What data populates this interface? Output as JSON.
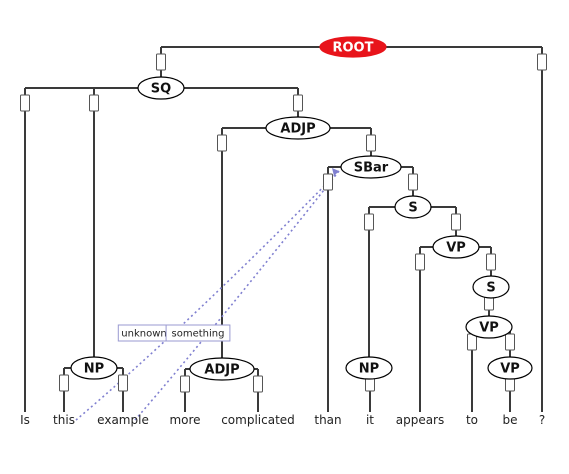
{
  "colors": {
    "root_fill": "#e8141b",
    "edge": "#3a3a3a",
    "arc": "#8080d0"
  },
  "tokens": [
    "Is",
    "this",
    "example",
    "more",
    "complicated",
    "than",
    "it",
    "appears",
    "to",
    "be",
    "?"
  ],
  "nodes": [
    {
      "id": "root",
      "label": "ROOT",
      "style": "root"
    },
    {
      "id": "sq",
      "label": "SQ"
    },
    {
      "id": "adjp1",
      "label": "ADJP"
    },
    {
      "id": "sbar",
      "label": "SBar"
    },
    {
      "id": "s1",
      "label": "S"
    },
    {
      "id": "vp1",
      "label": "VP"
    },
    {
      "id": "s2",
      "label": "S"
    },
    {
      "id": "vp2",
      "label": "VP"
    },
    {
      "id": "np1",
      "label": "NP"
    },
    {
      "id": "adjp2",
      "label": "ADJP"
    },
    {
      "id": "np2",
      "label": "NP"
    },
    {
      "id": "vp3",
      "label": "VP"
    }
  ],
  "arcs": [
    {
      "label": "unknown",
      "from_token": "this",
      "to_node": "sbar"
    },
    {
      "label": "something",
      "from_token": "example",
      "to_node": "sbar"
    }
  ]
}
